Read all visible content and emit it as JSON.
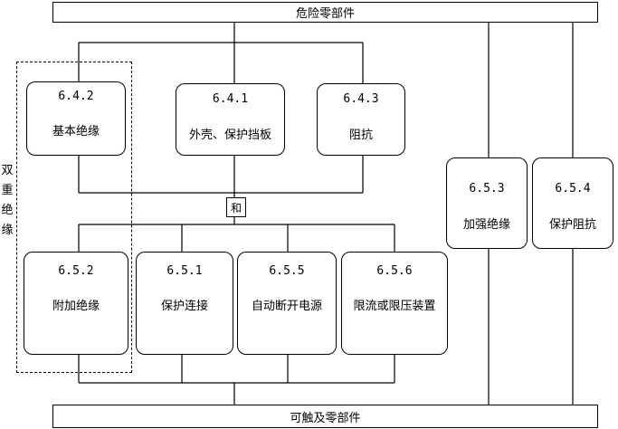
{
  "top_bar": {
    "label": "危险零部件"
  },
  "bottom_bar": {
    "label": "可触及零部件"
  },
  "and_label": "和",
  "double_insulation_label": [
    "双",
    "重",
    "绝",
    "缘"
  ],
  "boxes": [
    {
      "id": "642",
      "code": "6.4.2",
      "label": "基本绝缘"
    },
    {
      "id": "641",
      "code": "6.4.1",
      "label": "外壳、保护挡板"
    },
    {
      "id": "643",
      "code": "6.4.3",
      "label": "阻抗"
    },
    {
      "id": "652",
      "code": "6.5.2",
      "label": "附加绝缘"
    },
    {
      "id": "651",
      "code": "6.5.1",
      "label": "保护连接"
    },
    {
      "id": "655",
      "code": "6.5.5",
      "label": "自动断开电源"
    },
    {
      "id": "656",
      "code": "6.5.6",
      "label": "限流或限压装置"
    },
    {
      "id": "653",
      "code": "6.5.3",
      "label": "加强绝缘"
    },
    {
      "id": "654",
      "code": "6.5.4",
      "label": "保护阻抗"
    }
  ]
}
